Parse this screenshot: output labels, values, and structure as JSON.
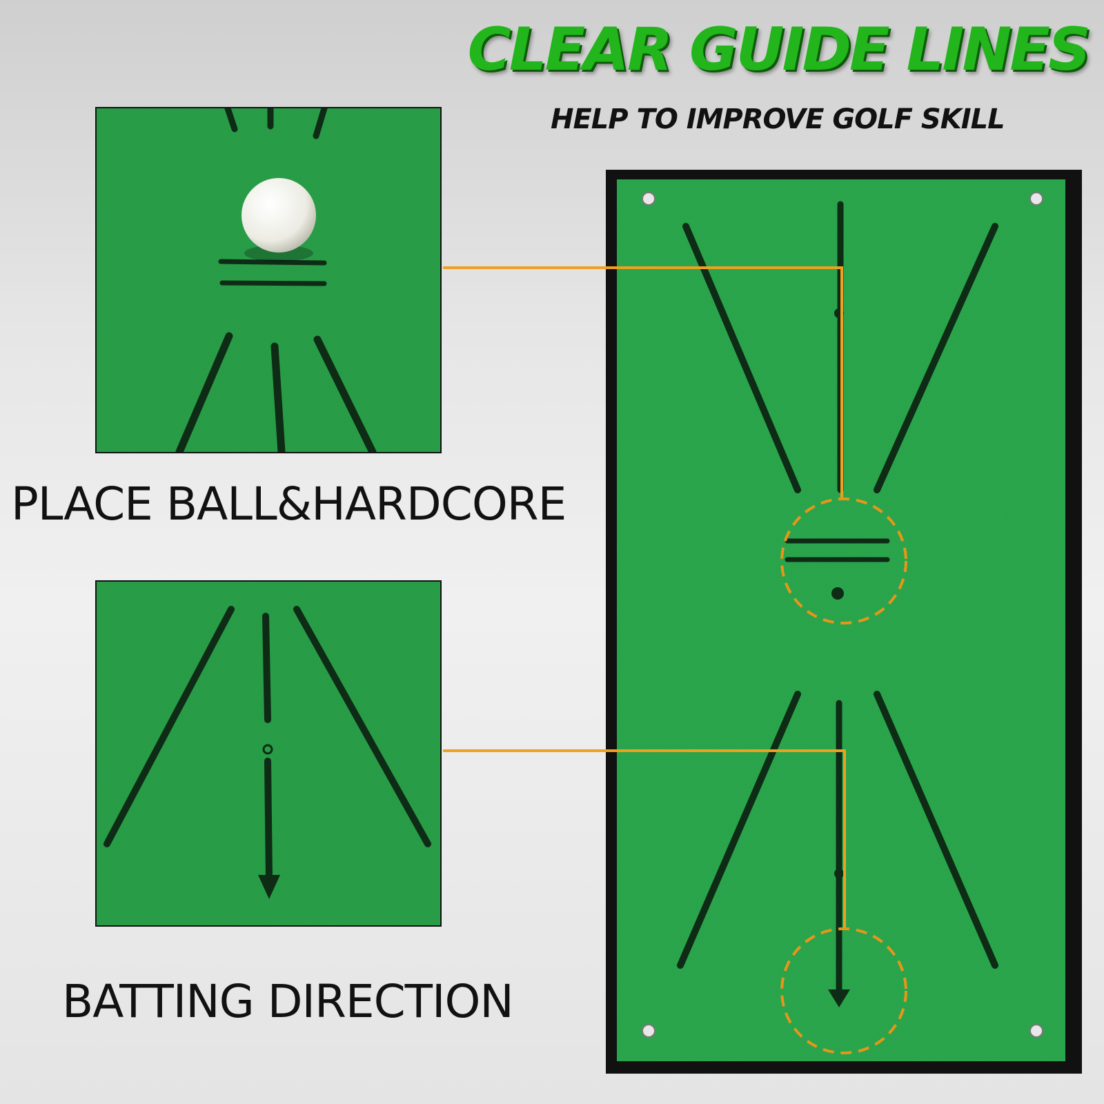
{
  "headline": "CLEAR GUIDE LINES",
  "subline": "HELP TO IMPROVE GOLF SKILL",
  "panels": {
    "ball": {
      "caption": "PLACE BALL&HARDCORE"
    },
    "direction": {
      "caption": "BATTING DIRECTION"
    }
  },
  "colors": {
    "turf": "#1f9a3c",
    "turf_light": "#2bb24a",
    "guide_line": "#0e2b16",
    "callout": "#f0a020",
    "headline": "#22b51c"
  },
  "icons": [
    "golf-ball-icon",
    "arrow-down-icon",
    "grommet-icon"
  ]
}
